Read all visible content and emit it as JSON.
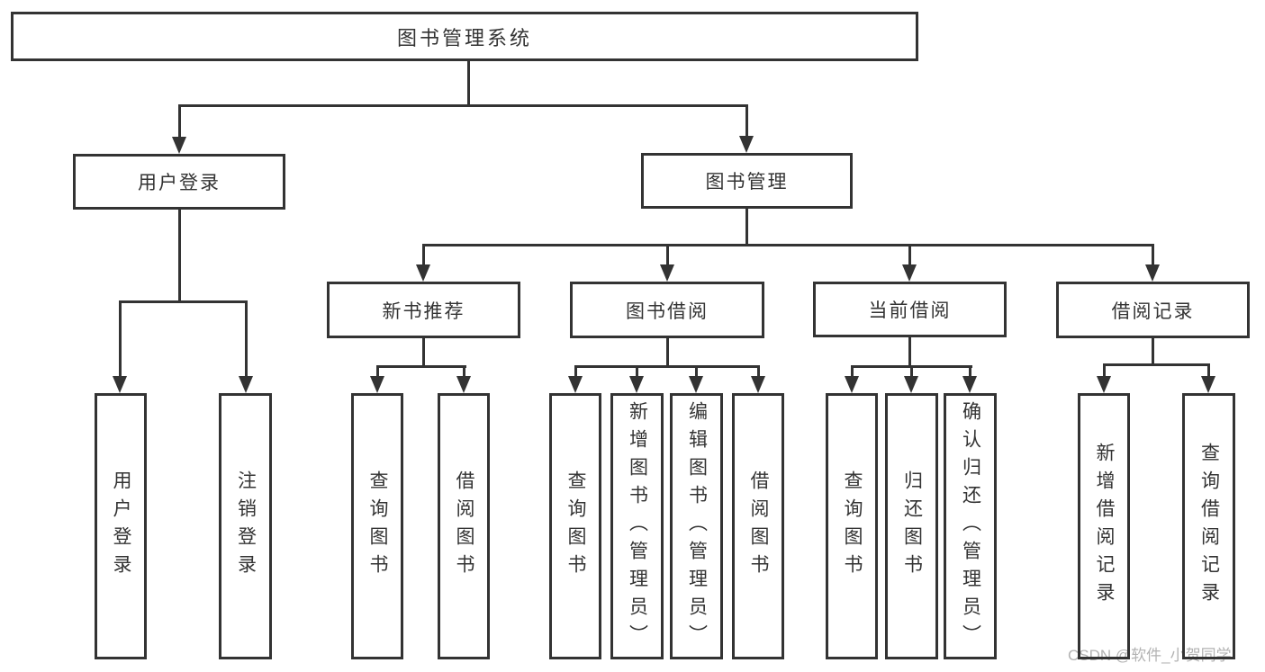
{
  "tree": {
    "root": {
      "label": "图书管理系统"
    },
    "branches": [
      {
        "label": "用户登录",
        "children": [
          "用户登录",
          "注销登录"
        ]
      },
      {
        "label": "图书管理",
        "sections": [
          {
            "label": "新书推荐",
            "children": [
              "查询图书",
              "借阅图书"
            ]
          },
          {
            "label": "图书借阅",
            "children": [
              "查询图书",
              "新增图书（管理员）",
              "编辑图书（管理员）",
              "借阅图书"
            ]
          },
          {
            "label": "当前借阅",
            "children": [
              "查询图书",
              "归还图书",
              "确认归还（管理员）"
            ]
          },
          {
            "label": "借阅记录",
            "children": [
              "新增借阅记录",
              "查询借阅记录"
            ]
          }
        ]
      }
    ]
  },
  "watermark": {
    "text": "CSDN @软件_小贺同学"
  },
  "colors": {
    "line": "#333333",
    "text": "#333333",
    "watermark": "#b3b3b3",
    "background": "#ffffff"
  }
}
